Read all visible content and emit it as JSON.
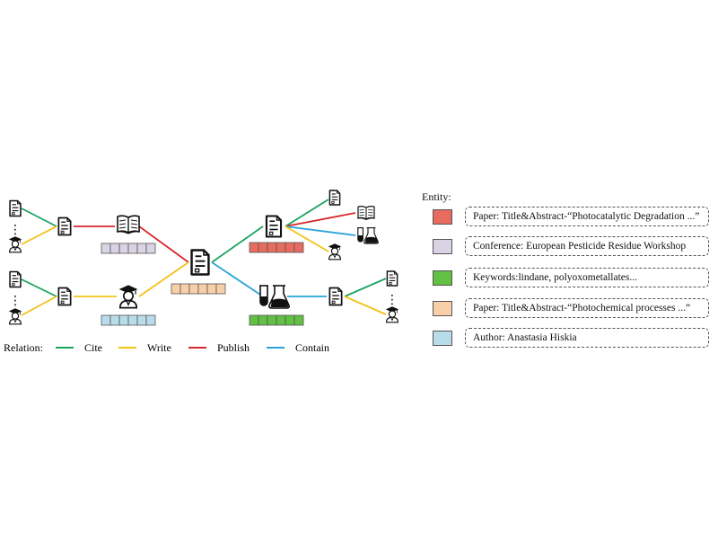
{
  "relations": {
    "title": "Relation:",
    "items": [
      {
        "label": "Cite",
        "color": "#1aa360"
      },
      {
        "label": "Write",
        "color": "#f2c218"
      },
      {
        "label": "Publish",
        "color": "#d8272b"
      },
      {
        "label": "Contain",
        "color": "#2aa3d8"
      }
    ]
  },
  "entities": {
    "title": "Entity:",
    "items": [
      {
        "color": "#e86b5f",
        "label": "Paper: Title&Abstract-“Photocatalytic Degradation ...”"
      },
      {
        "color": "#d9d3e4",
        "label": "Conference: European Pesticide Residue Workshop"
      },
      {
        "color": "#62c144",
        "label": "Keywords:lindane, polyoxometallates..."
      },
      {
        "color": "#f8cfa9",
        "label": "Paper: Title&Abstract-“Photochemical processes ...”"
      },
      {
        "color": "#b9dcea",
        "label": "Author: Anastasia Hiskia"
      }
    ]
  },
  "ellipsis": "⋮",
  "icons": [
    "document-icon",
    "graduate-icon",
    "book-icon",
    "flask-icon"
  ]
}
